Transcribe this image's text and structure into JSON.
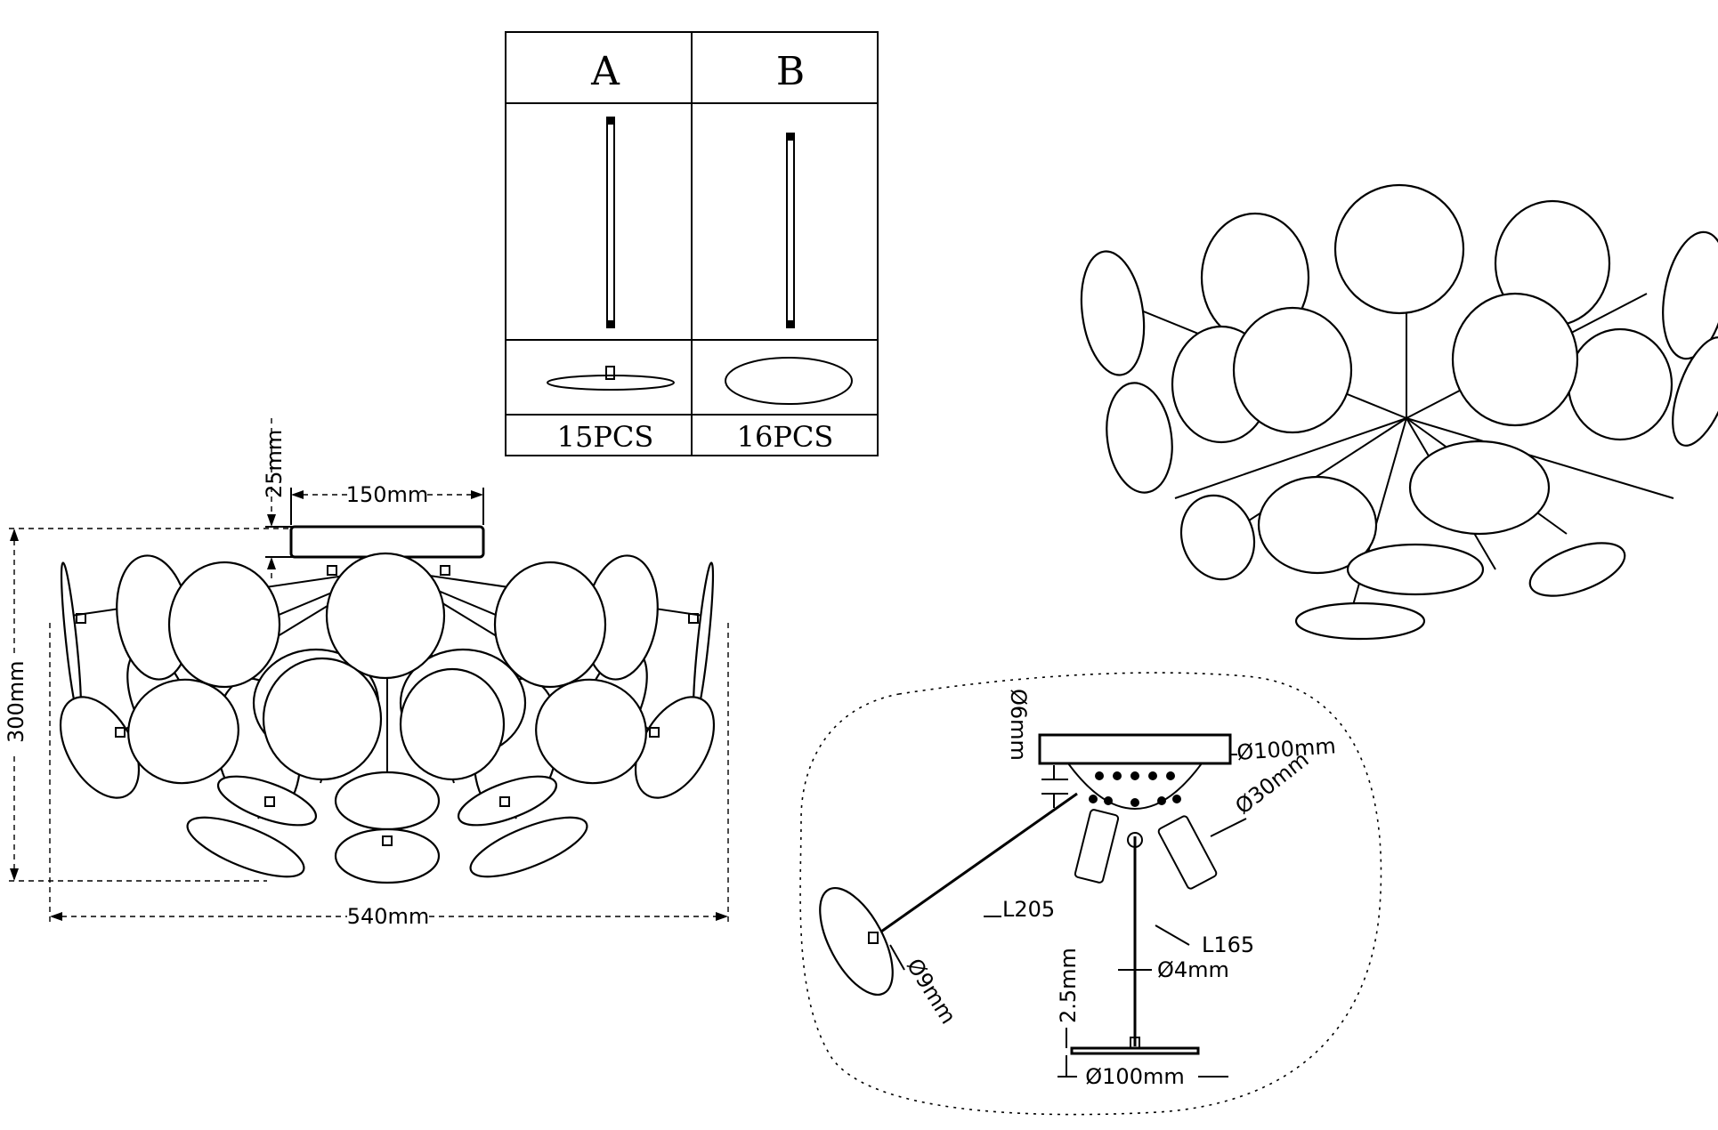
{
  "table": {
    "col_a": "A",
    "col_b": "B",
    "qty_a": "15PCS",
    "qty_b": "16PCS"
  },
  "front_view": {
    "dim_canopy_height": "25mm",
    "dim_canopy_width": "150mm",
    "dim_height": "300mm",
    "dim_width": "540mm"
  },
  "detail": {
    "dim_stem_6": "Ø6mm",
    "dim_canopy_100": "Ø100mm",
    "dim_hub_30": "Ø30mm",
    "dim_arm_205": "L205",
    "dim_arm_165": "L165",
    "dim_rod_4": "Ø4mm",
    "dim_disc_9": "Ø9mm",
    "dim_disc_thickness": "2.5mm",
    "dim_disc_100": "Ø100mm"
  }
}
